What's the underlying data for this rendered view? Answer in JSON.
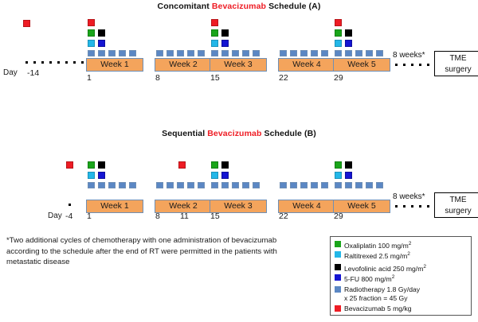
{
  "schedules": [
    {
      "id": "A",
      "title_prefix": "Concomitant ",
      "title_drug": "Bevacizumab",
      "title_suffix": " Schedule (A)",
      "day_label": "Day",
      "start_day": "-14",
      "weeks": [
        {
          "label": "Week 1",
          "day": "1"
        },
        {
          "label": "Week 2",
          "day": "8"
        },
        {
          "label": "Week 3",
          "day": "15"
        },
        {
          "label": "Week 4",
          "day": "22"
        },
        {
          "label": "Week 5",
          "day": "29"
        }
      ],
      "interval_label": "8 weeks*",
      "surgery_line1": "TME",
      "surgery_line2": "surgery"
    },
    {
      "id": "B",
      "title_prefix": "Sequential ",
      "title_drug": "Bevacizumab",
      "title_suffix": " Schedule (B)",
      "day_label": "Day",
      "start_day": "-4",
      "extra_day": "11",
      "weeks": [
        {
          "label": "Week 1",
          "day": "1"
        },
        {
          "label": "Week 2",
          "day": "8"
        },
        {
          "label": "Week 3",
          "day": "15"
        },
        {
          "label": "Week 4",
          "day": "22"
        },
        {
          "label": "Week 5",
          "day": "29"
        }
      ],
      "interval_label": "8 weeks*",
      "surgery_line1": "TME",
      "surgery_line2": "surgery"
    }
  ],
  "footnote": {
    "line1": "*Two additional cycles of chemotherapy with one administration of bevacizumab",
    "line2": "according to the schedule after the end of RT were permitted in the patients with",
    "line3": "metastatic disease"
  },
  "legend": {
    "items": [
      {
        "color_name": "green",
        "hex": "#1aa51a",
        "text": "Oxaliplatin  100 mg/m",
        "sup": "2"
      },
      {
        "color_name": "cyan",
        "hex": "#23b7e8",
        "text": "Raltitrexed 2.5 mg/m",
        "sup": "2"
      },
      {
        "color_name": "black",
        "hex": "#000000",
        "text": "Levofolinic  acid 250 mg/m",
        "sup": "2"
      },
      {
        "color_name": "blue",
        "hex": "#1414d2",
        "text": "5-FU 800 mg/m",
        "sup": "2"
      },
      {
        "color_name": "radiotherapy",
        "hex": "#5b87c4",
        "text": "Radiotherapy 1.8 Gy/day",
        "text2": "x 25 fraction = 45 Gy",
        "sup": ""
      },
      {
        "color_name": "red",
        "hex": "#ee1c24",
        "text": "Bevacizumab 5 mg/kg",
        "sup": ""
      }
    ]
  },
  "colors": {
    "bevacizumab": "#ee1c24",
    "oxaliplatin": "#1aa51a",
    "levofolinic_acid": "#000000",
    "raltitrexed": "#23b7e8",
    "fu5": "#1414d2",
    "radiotherapy": "#5b87c4",
    "week_block": "#f4a45c",
    "week_border": "#6f8fb5"
  }
}
